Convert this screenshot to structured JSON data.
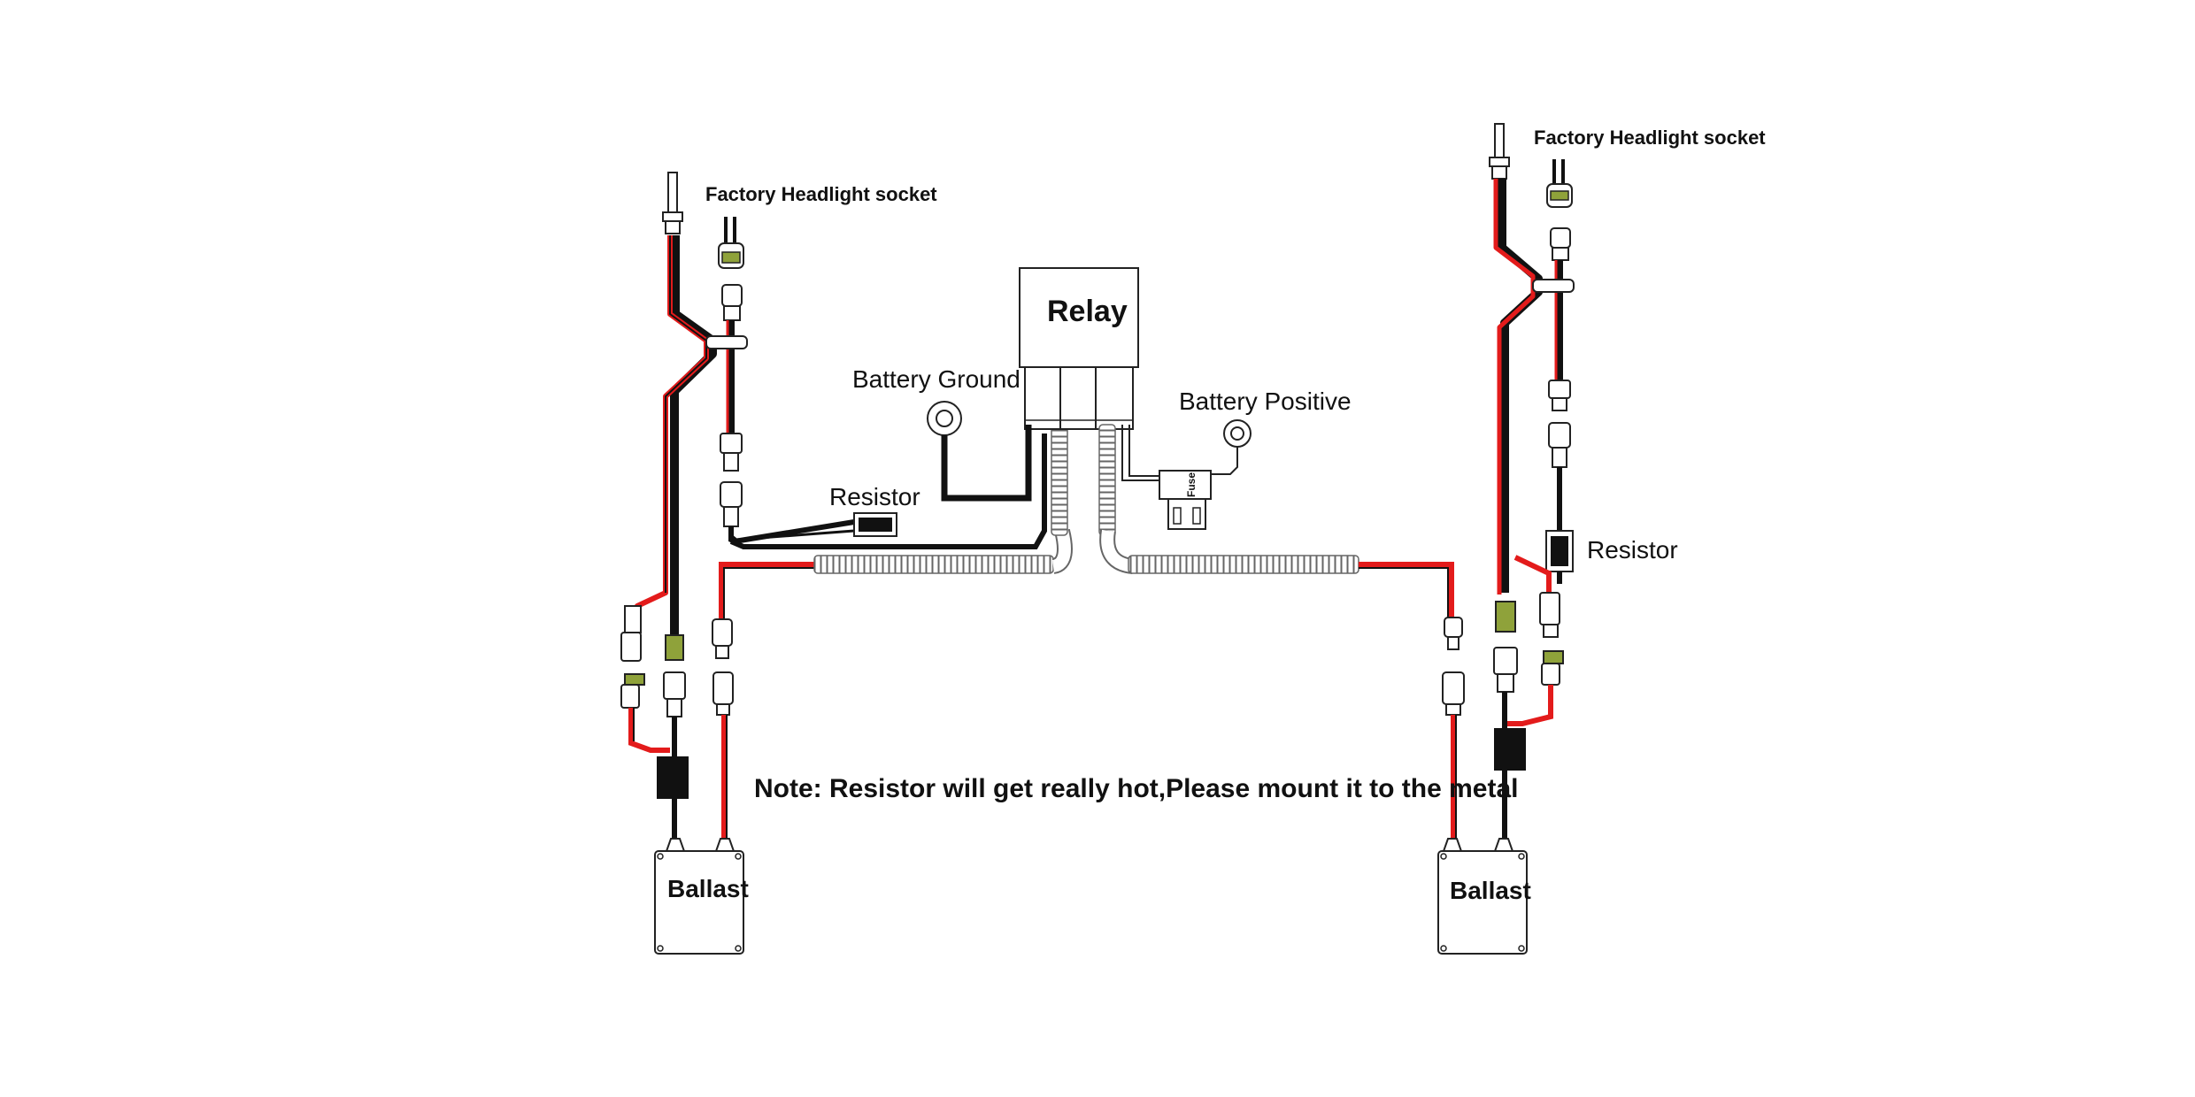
{
  "labels": {
    "factory_socket_left": "Factory Headlight socket",
    "factory_socket_right": "Factory Headlight socket",
    "relay": "Relay",
    "battery_ground": "Battery Ground",
    "battery_positive": "Battery Positive",
    "resistor_left": "Resistor",
    "resistor_right": "Resistor",
    "fuse": "Fuse",
    "ballast_left": "Ballast",
    "ballast_right": "Ballast",
    "note": "Note: Resistor will get really hot,Please mount it to the metal"
  },
  "colors": {
    "wire_black": "#111111",
    "wire_red": "#e31b1b",
    "connector_green": "#8fa23a",
    "outline": "#222222"
  }
}
